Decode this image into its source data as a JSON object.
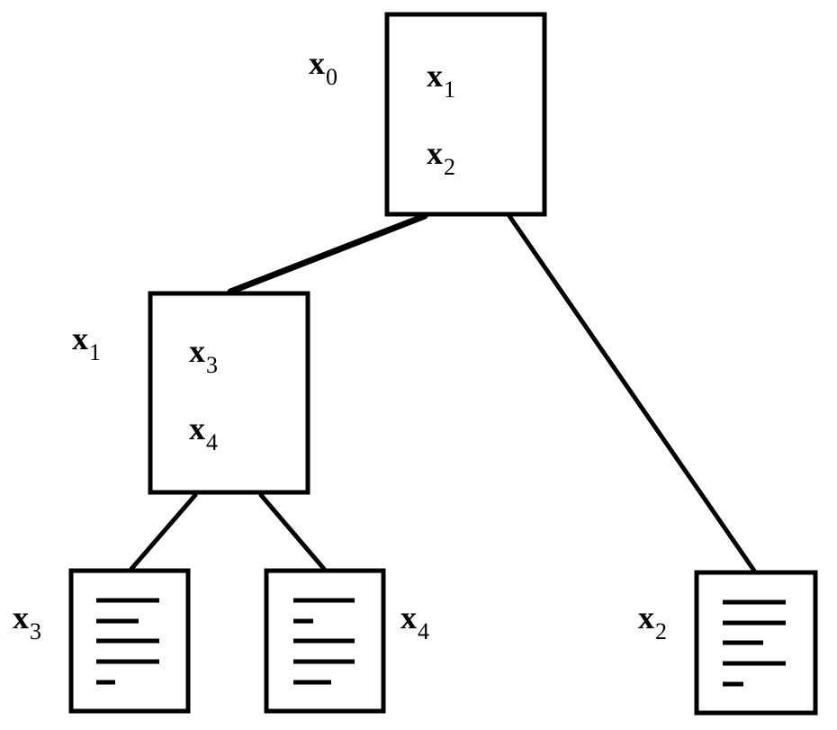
{
  "diagram": {
    "colors": {
      "stroke": "#000000",
      "background": "#ffffff"
    },
    "nodes": {
      "root": {
        "outer_label": {
          "base": "x",
          "sub": "0"
        },
        "entries": [
          {
            "base": "x",
            "sub": "1"
          },
          {
            "base": "x",
            "sub": "2"
          }
        ]
      },
      "child": {
        "outer_label": {
          "base": "x",
          "sub": "1"
        },
        "entries": [
          {
            "base": "x",
            "sub": "3"
          },
          {
            "base": "x",
            "sub": "4"
          }
        ]
      },
      "leaf_x3": {
        "outer_label": {
          "base": "x",
          "sub": "3"
        },
        "icon": "document-icon"
      },
      "leaf_x4": {
        "outer_label": {
          "base": "x",
          "sub": "4"
        },
        "icon": "document-icon"
      },
      "leaf_x2": {
        "outer_label": {
          "base": "x",
          "sub": "2"
        },
        "icon": "document-icon"
      }
    },
    "edges": [
      {
        "from": "root",
        "to": "child"
      },
      {
        "from": "root",
        "to": "leaf_x2"
      },
      {
        "from": "child",
        "to": "leaf_x3"
      },
      {
        "from": "child",
        "to": "leaf_x4"
      }
    ]
  }
}
